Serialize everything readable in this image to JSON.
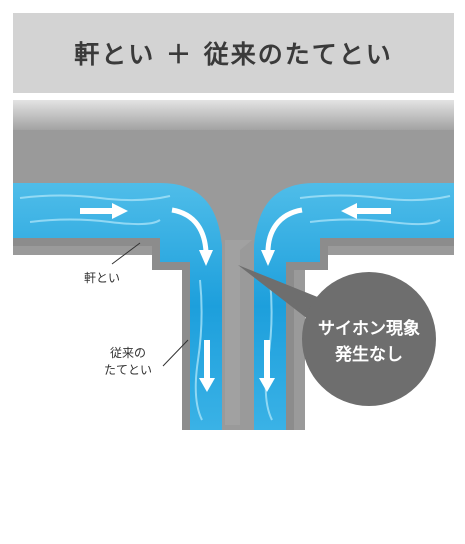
{
  "title": "軒とい ＋ 従来のたてとい",
  "labels": {
    "gutter": "軒とい",
    "downspout_line1": "従来の",
    "downspout_line2": "たてとい"
  },
  "callout": {
    "line1": "サイホン現象",
    "line2": "発生なし"
  },
  "icons": [
    "flow-arrow-right-icon",
    "flow-arrow-left-icon",
    "flow-arrow-down-icon"
  ],
  "colors": {
    "title_bg": "#d3d3d3",
    "pipe_wall": "#9a9a9a",
    "water": "#1fa3de",
    "water_light": "#7fd0f2",
    "callout_bg": "#6e6e6e",
    "label_text": "#333333"
  }
}
